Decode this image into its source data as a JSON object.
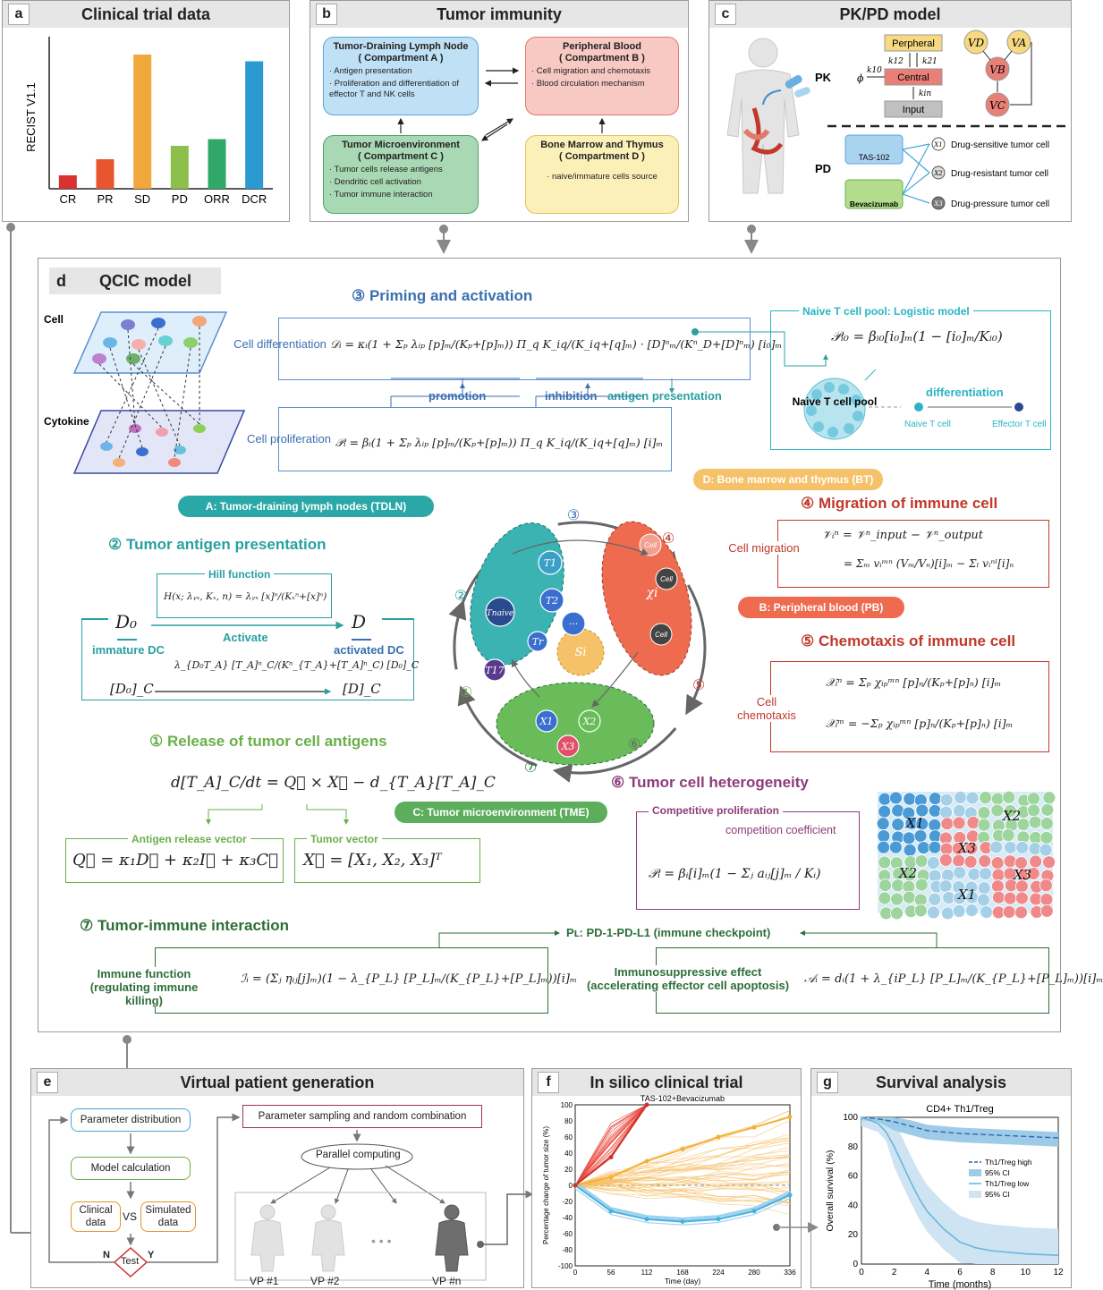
{
  "panel_a": {
    "letter": "a",
    "title": "Clinical trial data",
    "ylabel": "RECIST V1.1",
    "chart_data": {
      "type": "bar",
      "categories": [
        "CR",
        "PR",
        "SD",
        "PD",
        "ORR",
        "DCR"
      ],
      "values": [
        10,
        22,
        100,
        32,
        37,
        95
      ],
      "colors": [
        "#d7322f",
        "#e8562f",
        "#f0a83c",
        "#8cc04a",
        "#2fa868",
        "#2b9ad1"
      ],
      "ylabel": "RECIST V1.1"
    }
  },
  "panel_b": {
    "letter": "b",
    "title": "Tumor immunity",
    "boxes": [
      {
        "title": "Tumor-Draining Lymph Node",
        "sub": "( Compartment A )",
        "items": [
          "· Antigen presentation",
          "· Proliferation and differentiation of effector T and NK cells"
        ]
      },
      {
        "title": "Peripheral Blood",
        "sub": "( Compartment B )",
        "items": [
          "· Cell migration and chemotaxis",
          "· Blood circulation mechanism"
        ]
      },
      {
        "title": "Tumor Microenvironment",
        "sub": "( Compartment C )",
        "items": [
          "· Tumor cells release antigens",
          "· Dendritic cell activation",
          "· Tumor immune interaction"
        ]
      },
      {
        "title": "Bone Marrow and Thymus",
        "sub": "( Compartment D )",
        "items": [
          "· naive/immature cells source"
        ]
      }
    ]
  },
  "panel_c": {
    "letter": "c",
    "title": "PK/PD model",
    "pk_label": "PK",
    "pd_label": "PD",
    "pk_boxes": [
      "Perpheral",
      "Central",
      "Input"
    ],
    "pk_rates": [
      "k12",
      "k21",
      "k10",
      "kin",
      "ϕ"
    ],
    "v_nodes": [
      "VD",
      "VA",
      "VB",
      "VC"
    ],
    "drugs": [
      "TAS-102",
      "Bevacizumab"
    ],
    "tumor_cells": [
      {
        "sym": "X1",
        "label": "Drug-sensitive tumor cell"
      },
      {
        "sym": "X2",
        "label": "Drug-resistant tumor cell"
      },
      {
        "sym": "X3",
        "label": "Drug-pressure tumor cell"
      }
    ]
  },
  "panel_d": {
    "letter": "d",
    "title": "QCIC model",
    "cell_label": "Cell",
    "cytokine_label": "Cytokine",
    "priming_title": "③ Priming and activation",
    "cell_diff": "Cell differentiation",
    "cell_prolif": "Cell proliferation",
    "eq_diff": "𝒟ᵢ = κᵢ(1 + Σₚ λᵢₚ [p]ₘ/(Kₚ+[p]ₘ)) Π_q K_iq/(K_iq+[q]ₘ) · [D]ⁿₘ/(Kⁿ_D+[D]ⁿₘ) [i₀]ₘ",
    "eq_prolif": "𝒫ᵢ = βᵢ(1 + Σₚ λᵢₚ [p]ₘ/(Kₚ+[p]ₘ)) Π_q K_iq/(K_iq+[q]ₘ) [i]ₘ",
    "promotion": "promotion",
    "inhibition": "inhibition",
    "antigen_presentation": "antigen presentation",
    "naive_title": "Naive T cell pool: Logistic model",
    "eq_naive": "𝒫ᵢ₀ = βᵢ₀[i₀]ₘ(1 − [i₀]ₘ/Kᵢ₀)",
    "naive_pool": "Naive T cell pool",
    "differentiation": "differentiation",
    "naive_cell": "Naive T cell",
    "effector_cell": "Effector  T cell",
    "tdln_pill": "A: Tumor-draining lymph nodes (TDLN)",
    "bt_pill": "D: Bone marrow and thymus (BT)",
    "pb_pill": "B: Peripheral blood (PB)",
    "tme_pill": "C: Tumor microenvironment (TME)",
    "antigen_title": "② Tumor antigen presentation",
    "hill": "Hill function",
    "eq_hill": "H(x; λᵧₓ, Kₓ, n) = λᵧₓ [x]ⁿ/(Kₓⁿ+[x]ⁿ)",
    "d0": "D₀",
    "d": "D",
    "immature": "immature DC",
    "activated": "activated DC",
    "activate": "Activate",
    "eq_act": "λ_{D₀T_A} [T_A]ⁿ_C/(Kⁿ_{T_A}+[T_A]ⁿ_C) [D₀]_C",
    "d0c": "[D₀]_C",
    "dc": "[D]_C",
    "release_title": "① Release of tumor cell antigens",
    "eq_release": "d[T_A]_C/dt = Q⃗ × X⃗ − d_{T_A}[T_A]_C",
    "antigen_vec": "Antigen release vector",
    "tumor_vec": "Tumor vector",
    "eq_q": "Q⃗ = κ₁D⃗ + κ₂I⃗ + κ₃C⃗",
    "eq_x": "X⃗ = [X₁, X₂, X₃]ᵀ",
    "migration_title": "④ Migration of immune cell",
    "cell_migration": "Cell migration",
    "eq_mig1": "𝒱ᵢⁿ = 𝒱ⁿ_input − 𝒱ⁿ_output",
    "eq_mig2": "= Σₘ vᵢᵐⁿ (Vₘ/Vₙ)[i]ₘ − Σₗ vᵢⁿˡ[i]ₙ",
    "chemo_title": "⑤ Chemotaxis of immune cell",
    "cell_chemo": "Cell chemotaxis",
    "eq_chemo1": "𝒳ᵢⁿ = Σₚ χᵢₚᵐⁿ [p]ₙ/(Kₚ+[p]ₙ) [i]ₘ",
    "eq_chemo2": "𝒳ᵢᵐ = −Σₚ χᵢₚᵐⁿ [p]ₙ/(Kₚ+[p]ₙ) [i]ₘ",
    "hetero_title": "⑥ Tumor cell heterogeneity",
    "comp_prolif": "Competitive proliferation",
    "comp_coef": "competition coefficient",
    "eq_hetero": "𝒫ᵢ = βᵢ[i]ₘ(1 − Σⱼ aᵢⱼ[j]ₘ / Kᵢ)",
    "interaction_title": "⑦ Tumor-immune interaction",
    "checkpoint": "Pʟ: PD-1-PD-L1 (immune checkpoint)",
    "immune_fn": "Immune function (regulating immune killing)",
    "eq_immune": "ℐᵢ = (Σⱼ ηᵢⱼ[j]ₘ)(1 − λ_{P_L} [P_L]ₘ/(K_{P_L}+[P_L]ₘ))[i]ₘ",
    "immuno_eff": "Immunosuppressive effect (accelerating effector cell apoptosis)",
    "eq_immuno": "𝒜ᵢ = dᵢ(1 + λ_{iP_L} [P_L]ₘ/(K_{P_L}+[P_L]ₘ))[i]ₘ",
    "center_nodes": [
      "Tnaive",
      "T1",
      "T2",
      "Tr",
      "T17",
      "···",
      "Si",
      "χi",
      "Cell",
      "X1",
      "X2",
      "X3"
    ],
    "circle_nums": [
      "①",
      "②",
      "③",
      "④",
      "⑤",
      "⑥",
      "⑦"
    ],
    "hetero_cells": [
      "X1",
      "X2",
      "X3",
      "X2",
      "X3",
      "X1"
    ]
  },
  "panel_e": {
    "letter": "e",
    "title": "Virtual patient generation",
    "param_dist": "Parameter distribution",
    "model_calc": "Model calculation",
    "clinical": "Clinical data",
    "vs": "VS",
    "simulated": "Simulated data",
    "test": "Test",
    "n": "N",
    "y": "Y",
    "sampling": "Parameter sampling and random combination",
    "parallel": "Parallel computing",
    "vps": [
      "VP  #1",
      "VP  #2",
      "VP  #n"
    ],
    "dots": "• • •"
  },
  "panel_f": {
    "letter": "f",
    "title": "In silico clinical trial",
    "chart_data": {
      "type": "line",
      "title": "TAS-102+Bevacizumab",
      "xlabel": "Time (day)",
      "ylabel": "Percentage change of tumor size (%)",
      "xlim": [
        0,
        336
      ],
      "ylim": [
        -100,
        100
      ],
      "xticks": [
        0,
        56,
        112,
        168,
        224,
        280,
        336
      ],
      "yticks": [
        -100,
        -80,
        -60,
        -40,
        -20,
        0,
        20,
        40,
        60,
        80,
        100
      ],
      "series": [
        {
          "x": [
            0,
            56,
            112,
            168,
            224,
            280,
            336
          ],
          "y": [
            0,
            10,
            30,
            45,
            60,
            72,
            85
          ]
        },
        {
          "x": [
            0,
            56,
            112,
            168,
            224,
            280,
            336
          ],
          "y": [
            0,
            -32,
            -42,
            -45,
            -42,
            -32,
            -12
          ]
        },
        {
          "x": [
            0,
            56,
            112
          ],
          "y": [
            0,
            35,
            100
          ]
        }
      ]
    }
  },
  "panel_g": {
    "letter": "g",
    "title": "Survival analysis",
    "chart_data": {
      "type": "line",
      "title": "CD4+ Th1/Treg",
      "xlabel": "Time (months)",
      "ylabel": "Overall survival (%)",
      "xlim": [
        0,
        12
      ],
      "ylim": [
        0,
        100
      ],
      "xticks": [
        0,
        2,
        4,
        6,
        8,
        10,
        12
      ],
      "yticks": [
        0,
        20,
        40,
        60,
        80,
        100
      ],
      "legend": [
        "Th1/Treg high",
        "95% CI",
        "Th1/Treg low",
        "95% CI"
      ],
      "series": [
        {
          "name": "Th1/Treg high",
          "x": [
            0,
            1,
            2,
            3,
            4,
            6,
            8,
            10,
            12
          ],
          "y": [
            100,
            99,
            97,
            94,
            91,
            89,
            88,
            87,
            86
          ]
        },
        {
          "name": "Th1/Treg low",
          "x": [
            0,
            1,
            1.5,
            2,
            2.5,
            3,
            3.5,
            4,
            5,
            6,
            7,
            8,
            10,
            12
          ],
          "y": [
            100,
            96,
            90,
            80,
            68,
            56,
            45,
            36,
            24,
            15,
            11,
            9,
            7,
            6
          ]
        }
      ]
    }
  },
  "colors": {
    "blue": "#3a6fb0",
    "teal": "#29a3a3",
    "green": "#3aa05a",
    "red": "#c0392b",
    "orange": "#f0a83c",
    "purple": "#8e3b7a",
    "darkgreen": "#2d6e3a"
  }
}
